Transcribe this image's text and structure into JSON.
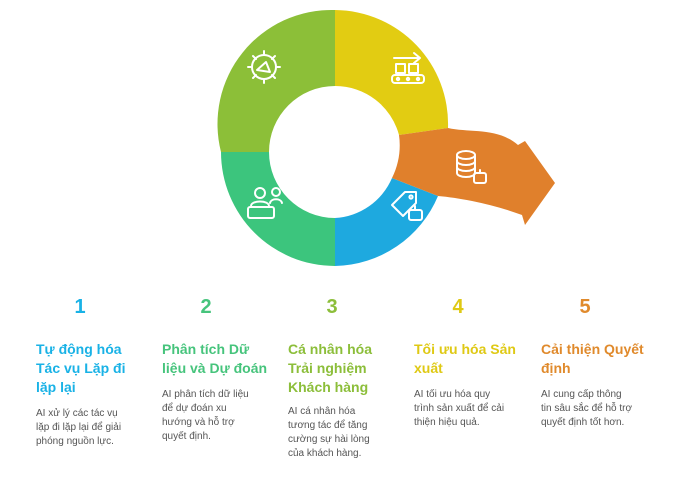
{
  "colors": {
    "step1": "#19b2e6",
    "step2": "#46c47c",
    "step3": "#8cbe3a",
    "step4": "#dfc914",
    "step5": "#e08a2c",
    "description_text": "#555555"
  },
  "cycle_segments": [
    {
      "name": "ring-segment-green",
      "icon": "team-users-icon",
      "color": "#3cc57d"
    },
    {
      "name": "ring-segment-lime",
      "icon": "gear-megaphone-icon",
      "color": "#8cbf38"
    },
    {
      "name": "ring-segment-yellow",
      "icon": "conveyor-factory-icon",
      "color": "#e2cc12"
    },
    {
      "name": "ring-segment-orange",
      "icon": "database-robot-icon",
      "color": "#e0802c"
    },
    {
      "name": "ring-segment-blue",
      "icon": "ai-tag-robot-icon",
      "color": "#1ea9df"
    }
  ],
  "steps": [
    {
      "number": "1",
      "title_lines": [
        "Tự động hóa",
        "Tác vụ Lặp đi",
        "lặp lại"
      ],
      "desc_lines": [
        "AI xử lý các tác vụ",
        "lặp đi lặp lại để giải",
        "phóng nguồn lực."
      ]
    },
    {
      "number": "2",
      "title_lines": [
        "Phân tích Dữ",
        "liệu và Dự đoán"
      ],
      "desc_lines": [
        "AI phân tích dữ liệu",
        "để dự đoán xu",
        "hướng và hỗ trợ",
        "quyết định."
      ]
    },
    {
      "number": "3",
      "title_lines": [
        "Cá nhân hóa",
        "Trải nghiệm",
        "Khách hàng"
      ],
      "desc_lines": [
        "AI cá nhân hóa",
        "tương tác để tăng",
        "cường sự hài lòng",
        "của khách hàng."
      ]
    },
    {
      "number": "4",
      "title_lines": [
        "Tối ưu hóa Sản",
        "xuất"
      ],
      "desc_lines": [
        "AI tối ưu hóa quy",
        "trình sản xuất để cải",
        "thiện hiệu quả."
      ]
    },
    {
      "number": "5",
      "title_lines": [
        "Cải thiện Quyết",
        "định"
      ],
      "desc_lines": [
        "AI cung cấp thông",
        "tin sâu sắc để hỗ trợ",
        "quyết định tốt hơn."
      ]
    }
  ]
}
